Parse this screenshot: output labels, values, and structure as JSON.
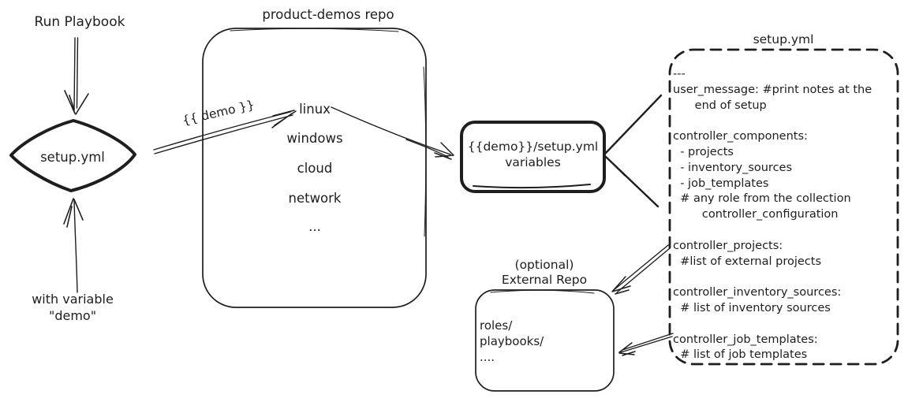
{
  "palette": {
    "ink": "#1e1e1e",
    "background": "#ffffff"
  },
  "left_flow": {
    "run_playbook_label": "Run Playbook",
    "diamond_label": "setup.yml",
    "with_variable_label": "with variable\n\"demo\""
  },
  "repo": {
    "title": "product-demos repo",
    "items": [
      "linux",
      "windows",
      "cloud",
      "network",
      "..."
    ]
  },
  "edges": {
    "demo_label": "{{ demo }}"
  },
  "variables_box": {
    "label": "{{demo}}/setup.yml\nvariables"
  },
  "setup_file": {
    "title": "setup.yml",
    "lines": [
      "---",
      "user_message: #print notes at the",
      "      end of setup",
      "",
      "controller_components:",
      "  - projects",
      "  - inventory_sources",
      "  - job_templates",
      "  # any role from the collection",
      "        controller_configuration",
      "",
      "controller_projects:",
      "  #list of external projects",
      "",
      "controller_inventory_sources:",
      "  # list of inventory sources",
      "",
      "controller_job_templates:",
      "  # list of job templates"
    ]
  },
  "external_repo": {
    "title": "(optional)\nExternal Repo",
    "lines": [
      "roles/",
      "playbooks/",
      "...."
    ]
  }
}
